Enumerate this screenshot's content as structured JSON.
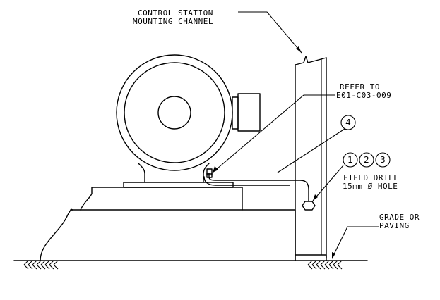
{
  "labels": {
    "control_station_line1": "CONTROL STATION",
    "control_station_line2": "MOUNTING CHANNEL",
    "refer_line1": "REFER TO",
    "refer_line2": "E01-C03-009",
    "field_drill_line1": "FIELD DRILL",
    "field_drill_line2": "15mm Ø HOLE",
    "grade_line1": "GRADE OR",
    "grade_line2": "PAVING"
  },
  "balloons": [
    "4",
    "1",
    "2",
    "3"
  ],
  "colors": {
    "line": "#000000",
    "background": "#ffffff"
  }
}
